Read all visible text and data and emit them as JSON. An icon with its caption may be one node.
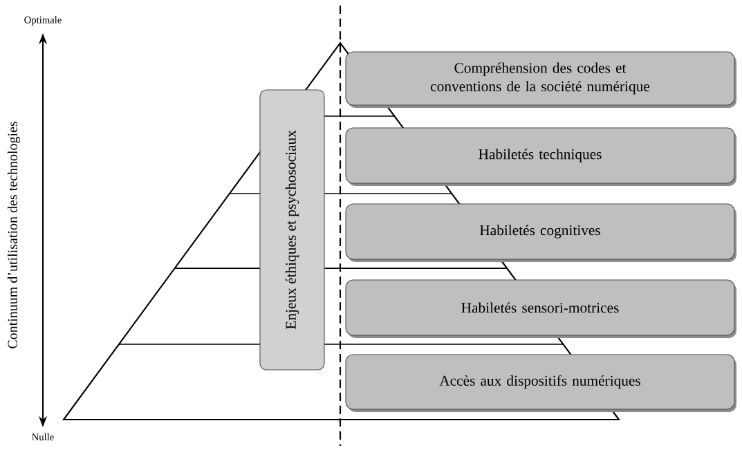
{
  "diagram": {
    "nodes": [
      {
        "text": [
          "Enjeux éthiques et psychosociaux"
        ]
      },
      {
        "text": [
          "Compréhension des codes et conventions de la société numérique"
        ]
      },
      {
        "text": [
          "Habiletés techniques"
        ]
      },
      {
        "text": [
          "Habiletés cognitives"
        ]
      },
      {
        "text": [
          "Habiletés sensori-motrices"
        ]
      },
      {
        "text": [
          "Accès aux dispositifs numériques"
        ]
      }
    ],
    "labels": [
      "Optimale",
      "Continuum d’utilisation des technologies",
      "Nulle"
    ]
  }
}
